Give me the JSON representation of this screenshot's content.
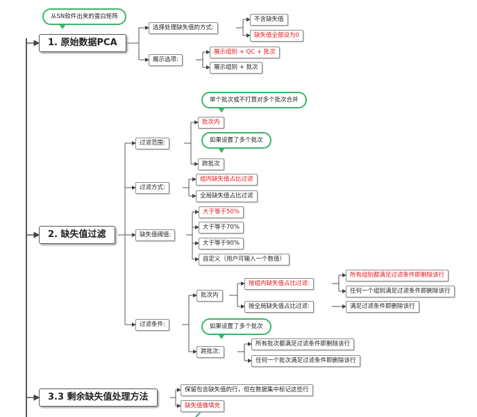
{
  "nodes": {
    "pca": "1. 原始数据PCA",
    "pca_note": "从SN软件出来的蛋白矩阵",
    "pca_method": "选择处理缺失值的方式:",
    "pca_method_opt1": "不含缺失值",
    "pca_method_opt2": "缺失值全部设为0",
    "pca_display": "展示选项:",
    "pca_display_opt1": "展示组别 + QC + 批次",
    "pca_display_opt2": "展示组别 + 批次",
    "filter": "2. 缺失值过滤",
    "range": "过滤范围:",
    "range_note1": "单个批次或不打算对多个批次合并",
    "range_in": "批次内",
    "range_note2": "如果设置了多个批次",
    "range_cross": "跨批次",
    "mode": "过滤方式:",
    "mode_opt1": "组内缺失值占比过滤",
    "mode_opt2": "全局缺失值占比过滤",
    "threshold": "缺失值阈值:",
    "th1": "大于等于50%",
    "th2": "大于等于70%",
    "th3": "大于等于90%",
    "th4": "自定义（用户可输入一个数值）",
    "cond": "过滤条件:",
    "cond_in": "批次内",
    "cond_in_a": "按组内缺失值占比过滤:",
    "cond_in_a1": "所有组别都满足过滤条件即删除该行",
    "cond_in_a2": "任何一个组别满足过滤条件即删除该行",
    "cond_in_b": "按全局缺失值占比过滤:",
    "cond_in_b1": "满足过滤条件即删除该行",
    "cond_note": "如果设置了多个批次",
    "cond_cross": "跨批次:",
    "cond_cross1": "所有批次都满足过滤条件即删除该行",
    "cond_cross2": "任何一个批次满足过滤条件即删除该行",
    "rest": "3.3 剩余缺失值处理方法",
    "rest_opt1": "保留包含缺失值的行，但在数据集中标记这些行",
    "rest_opt2": "缺失值做填充"
  },
  "colors": {
    "highlight": "#e4161b",
    "bubble_border": "#3db46a",
    "line": "#555555"
  }
}
